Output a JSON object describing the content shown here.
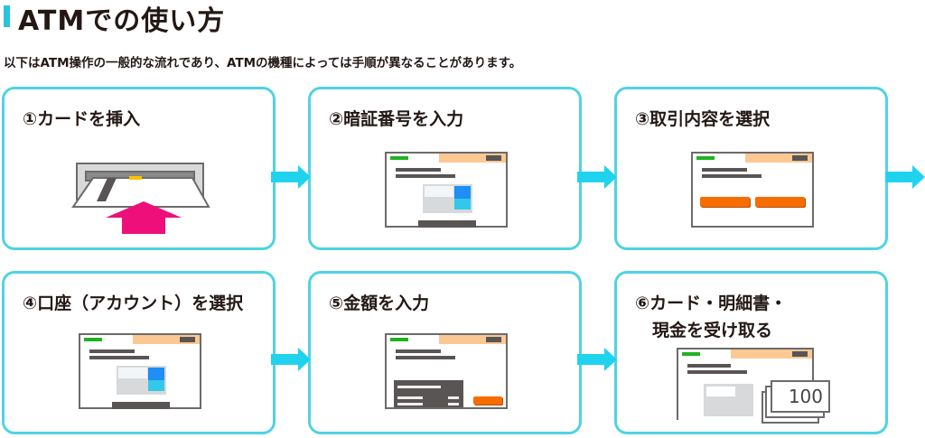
{
  "header": {
    "title": "ATMでの使い方",
    "subtitle": "以下はATM操作の一般的な流れであり、ATMの機種によっては手順が異なることがあります。"
  },
  "steps": [
    {
      "label": "①カードを挿入"
    },
    {
      "label": "②暗証番号を入力"
    },
    {
      "label": "③取引内容を選択"
    },
    {
      "label": "④口座（アカウント）を選択"
    },
    {
      "label": "⑤金額を入力"
    },
    {
      "label": "⑥カード・明細書・\n　現金を受け取る"
    }
  ],
  "banknote": {
    "value": "100"
  },
  "colors": {
    "accent": "#4fd3e3",
    "arrow": "#1fd3ee",
    "pink": "#ee0f7b",
    "orange": "#f76d00"
  }
}
